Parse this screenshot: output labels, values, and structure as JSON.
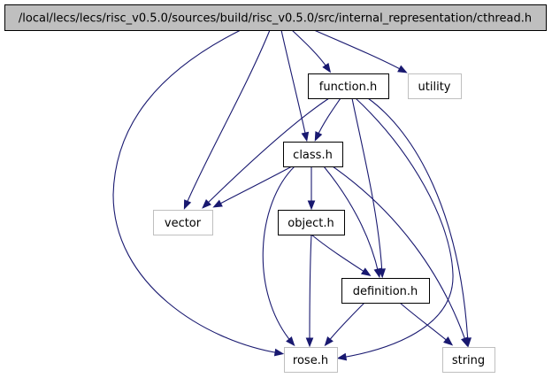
{
  "graph": {
    "nodes": [
      {
        "id": "cthread",
        "label": "/local/lecs/lecs/risc_v0.5.0/sources/build/risc_v0.5.0/src/internal_representation/cthread.h",
        "style": "focus"
      },
      {
        "id": "function",
        "label": "function.h",
        "style": "documented"
      },
      {
        "id": "utility",
        "label": "utility",
        "style": "external"
      },
      {
        "id": "class",
        "label": "class.h",
        "style": "documented"
      },
      {
        "id": "vector",
        "label": "vector",
        "style": "external"
      },
      {
        "id": "object",
        "label": "object.h",
        "style": "documented"
      },
      {
        "id": "definition",
        "label": "definition.h",
        "style": "documented"
      },
      {
        "id": "rose",
        "label": "rose.h",
        "style": "external"
      },
      {
        "id": "string",
        "label": "string",
        "style": "external"
      }
    ],
    "edges": [
      {
        "from": "cthread",
        "to": "function"
      },
      {
        "from": "cthread",
        "to": "utility"
      },
      {
        "from": "cthread",
        "to": "class"
      },
      {
        "from": "cthread",
        "to": "vector"
      },
      {
        "from": "cthread",
        "to": "rose"
      },
      {
        "from": "function",
        "to": "class"
      },
      {
        "from": "function",
        "to": "vector"
      },
      {
        "from": "function",
        "to": "definition"
      },
      {
        "from": "function",
        "to": "rose"
      },
      {
        "from": "function",
        "to": "string"
      },
      {
        "from": "class",
        "to": "vector"
      },
      {
        "from": "class",
        "to": "object"
      },
      {
        "from": "class",
        "to": "definition"
      },
      {
        "from": "class",
        "to": "rose"
      },
      {
        "from": "class",
        "to": "string"
      },
      {
        "from": "object",
        "to": "definition"
      },
      {
        "from": "object",
        "to": "rose"
      },
      {
        "from": "definition",
        "to": "rose"
      },
      {
        "from": "definition",
        "to": "string"
      }
    ]
  },
  "colors": {
    "edge": "#191970",
    "focus_fill": "#bfbfbf",
    "documented_border": "#000000",
    "external_border": "#bfbfbf"
  }
}
